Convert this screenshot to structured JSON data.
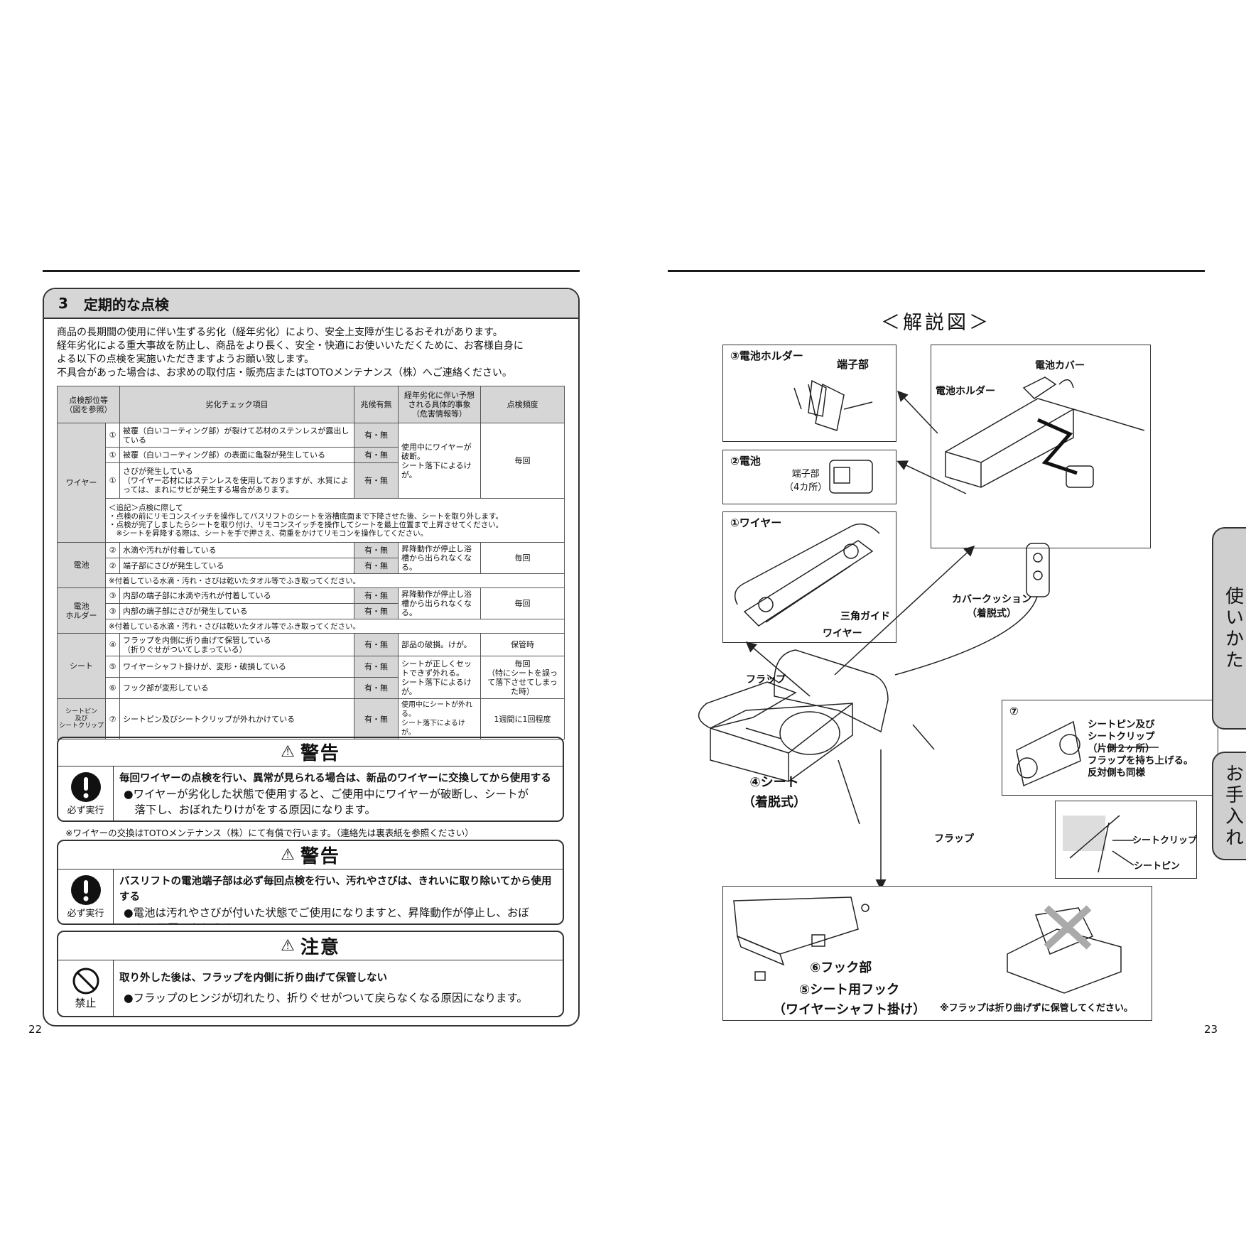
{
  "left_page": {
    "page_number": "22",
    "section": {
      "number": "3",
      "title": "定期的な点検",
      "intro": [
        "商品の長期間の使用に伴い生ずる劣化（経年劣化）により、安全上支障が生じるおそれがあります。",
        "経年劣化による重大事故を防止し、商品をより長く、安全・快適にお使いいただくために、お客様自身に",
        "よる以下の点検を実施いただきますようお願い致します。",
        "不具合があった場合は、お求めの取付店・販売店またはTOTOメンテナンス（株）へご連絡ください。"
      ]
    },
    "table": {
      "headers": [
        "点検部位等\n（図を参照）",
        "劣化チェック項目",
        "兆候有無",
        "経年劣化に伴い予想される具体的事象\n（危害情報等）",
        "点検頻度"
      ],
      "mark": "有・無",
      "wire": {
        "category": "ワイヤー",
        "no": "①",
        "rows": [
          "被覆（白いコーティング部）が裂けて芯材のステンレスが露出している",
          "被覆（白いコーティング部）の表面に亀裂が発生している",
          "さびが発生している\n（ワイヤー芯材にはステンレスを使用しておりますが、水質によっては、まれにサビが発生する場合があります。"
        ],
        "hazard": "使用中にワイヤーが破断。\nシート落下によるけが。",
        "frequency": "毎回",
        "note": "＜追記＞点検に際して\n・点検の前にリモコンスイッチを操作してバスリフトのシートを浴槽底面まで下降させた後、シートを取り外します。\n・点検が完了しましたらシートを取り付け、リモコンスイッチを操作してシートを最上位置まで上昇させてください。\n　※シートを昇降する際は、シートを手で押さえ、荷重をかけてリモコンを操作してください。"
      },
      "battery": {
        "category": "電池",
        "no": "②",
        "rows": [
          "水滴や汚れが付着している",
          "端子部にさびが発生している"
        ],
        "hazard": "昇降動作が停止し浴槽から出られなくなる。",
        "frequency": "毎回",
        "note": "※付着している水滴・汚れ・さびは乾いたタオル等でふき取ってください。"
      },
      "holder": {
        "category": "電池\nホルダー",
        "no": "③",
        "rows": [
          "内部の端子部に水滴や汚れが付着している",
          "内部の端子部にさびが発生している"
        ],
        "hazard": "昇降動作が停止し浴槽から出られなくなる。",
        "frequency": "毎回",
        "note": "※付着している水滴・汚れ・さびは乾いたタオル等でふき取ってください。"
      },
      "seat": {
        "category": "シート",
        "rows": [
          {
            "no": "④",
            "item": "フラップを内側に折り曲げて保管している\n（折りぐせがついてしまっている）",
            "hazard": "部品の破損。けが。",
            "frequency": "保管時"
          },
          {
            "no": "⑤",
            "item": "ワイヤーシャフト掛けが、変形・破損している"
          },
          {
            "no": "⑥",
            "item": "フック部が変形している"
          }
        ],
        "hazard2": "シートが正しくセットできず外れる。\nシート落下によるけが。",
        "frequency2": "毎回\n（特にシートを誤って落下させてしまった時）"
      },
      "pin": {
        "category": "シートピン\n及び\nシートクリップ",
        "no": "⑦",
        "item": "シートピン及びシートクリップが外れかけている",
        "hazard": "使用中にシートが外れる。\nシート落下によるけが。",
        "frequency": "1週間に1回程度"
      }
    },
    "warning1": {
      "title": "警告",
      "icon_label": "必ず実行",
      "lead": "毎回ワイヤーの点検を行い、異常が見られる場合は、新品のワイヤーに交換してから使用する",
      "bullet": "●ワイヤーが劣化した状態で使用すると、ご使用中にワイヤーが破断し、シートが\n　落下し、おぼれたりけがをする原因になります。"
    },
    "wire_note": "※ワイヤーの交換はTOTOメンテナンス（株）にて有償で行います。（連絡先は裏表紙を参照ください）",
    "warning2": {
      "title": "警告",
      "icon_label": "必ず実行",
      "lead": "バスリフトの電池端子部は必ず毎回点検を行い、汚れやさびは、きれいに取り除いてから使用する",
      "bullet": "●電池は汚れやさびが付いた状態でご使用になりますと、昇降動作が停止し、おぼ\n　れる原因になります。"
    },
    "caution": {
      "title": "注意",
      "icon_label": "禁止",
      "lead": "取り外した後は、フラップを内側に折り曲げて保管しない",
      "bullet": "●フラップのヒンジが切れたり、折りぐせがついて戻らなくなる原因になります。"
    }
  },
  "right_page": {
    "page_number": "23",
    "title": "＜解説図＞",
    "labels": {
      "holder_title": "③電池ホルダー",
      "terminal": "端子部",
      "battery_title": "②電池",
      "terminal4": "端子部\n（4カ所）",
      "wire_title": "①ワイヤー",
      "triangle_guide": "三角ガイド",
      "wire": "ワイヤー",
      "battery_cover": "電池カバー",
      "battery_holder": "電池ホルダー",
      "cover_cushion": "カバークッション\n（着脱式）",
      "flap": "フラップ",
      "seat": "④シート\n（着脱式）",
      "flap2": "フラップ",
      "pin_no": "⑦",
      "pin_text": "シートピン及び\nシートクリップ\n（片側２ヶ所）\nフラップを持ち上げる。\n反対側も同様",
      "seat_clip": "シートクリップ",
      "seat_pin": "シートピン",
      "hook": "⑥フック部",
      "seat_hook": "⑤シート用フック\n（ワイヤーシャフト掛け）",
      "flap_note": "※フラップは折り曲げずに保管してください。"
    },
    "tabs": [
      "使いかた",
      "お手入れ"
    ]
  }
}
